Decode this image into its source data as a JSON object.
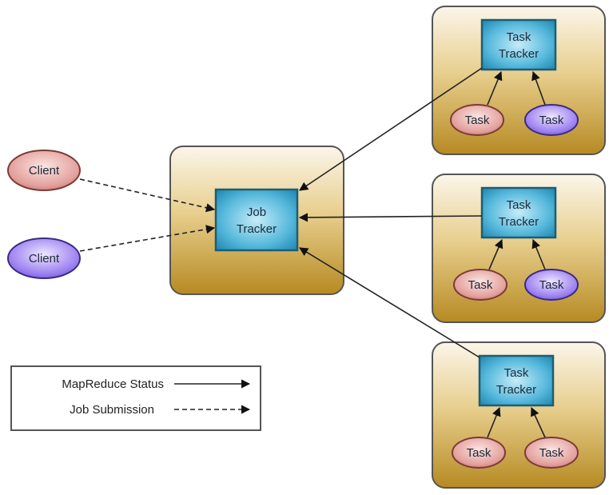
{
  "job_tracker": {
    "line1": "Job",
    "line2": "Tracker"
  },
  "clients": [
    {
      "label": "Client",
      "color": "#d98a88"
    },
    {
      "label": "Client",
      "color": "#8a6ee8"
    }
  ],
  "task_trackers": [
    {
      "line1": "Task",
      "line2": "Tracker",
      "tasks": [
        {
          "label": "Task",
          "color": "#d98a88"
        },
        {
          "label": "Task",
          "color": "#8a6ee8"
        }
      ]
    },
    {
      "line1": "Task",
      "line2": "Tracker",
      "tasks": [
        {
          "label": "Task",
          "color": "#d98a88"
        },
        {
          "label": "Task",
          "color": "#8a6ee8"
        }
      ]
    },
    {
      "line1": "Task",
      "line2": "Tracker",
      "tasks": [
        {
          "label": "Task",
          "color": "#d98a88"
        },
        {
          "label": "Task",
          "color": "#d98a88"
        }
      ]
    }
  ],
  "legend": {
    "status_label": "MapReduce Status",
    "submission_label": "Job Submission"
  },
  "colors": {
    "container": "#c79a2e",
    "tracker": "#3aa0c8",
    "pink_node": "#d98a88",
    "purple_node": "#8a6ee8"
  }
}
